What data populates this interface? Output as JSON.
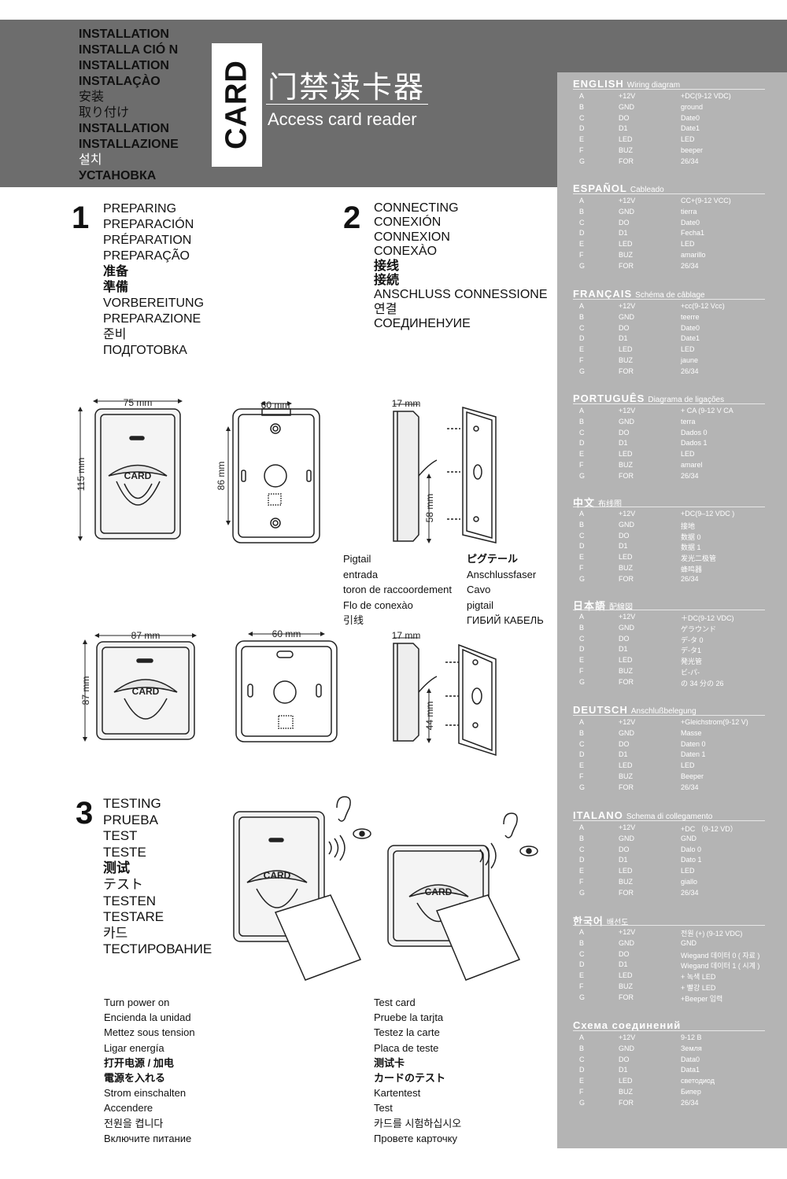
{
  "header": {
    "install_labels": [
      "INSTALLATION",
      "INSTALLA CIÓ N",
      "INSTALLATION",
      "INSTALAÇÀO",
      "安装",
      "取り付け",
      "INSTALLATION",
      "INSTALLAZIONE",
      "설치",
      "УСТАНОВКА"
    ],
    "card_tag": "CARD",
    "product_cn": "门禁读卡器",
    "product_en": "Access card reader"
  },
  "steps": {
    "preparing": {
      "number": "1",
      "labels": [
        "PREPARING",
        "PREPARACIÓN",
        "PRÉPARATION",
        "PREPARAÇÃO",
        "准备",
        "準備",
        "VORBEREITUNG",
        "PREPARAZIONE",
        "준비",
        "ПОДГОТОВКА"
      ]
    },
    "connecting": {
      "number": "2",
      "labels": [
        "CONNECTING",
        "CONEXIÓN",
        "CONNEXION",
        "CONEXÀO",
        "接线",
        "接続",
        "ANSCHLUSS CONNESSIONE",
        "연결",
        "СОЕДИНЕНУИЕ"
      ]
    },
    "testing": {
      "number": "3",
      "labels": [
        "TESTING",
        "PRUEBA",
        "TEST",
        "TESTE",
        "测试",
        "テスト",
        "TESTEN",
        "TESTARE",
        "카드",
        "ТЕСТИРОВАНИЕ"
      ]
    }
  },
  "pigtail": {
    "left": [
      "Pigtail",
      "entrada",
      "toron de raccoordement",
      "Flo de conexào",
      "引线"
    ],
    "right": [
      "ピグテール",
      "Anschlussfaser",
      "Cavo",
      "pigtail",
      "ГИБИЙ КАБЕЛЬ"
    ]
  },
  "diagrams": {
    "card_label": "CARD",
    "dims": {
      "w75": "75 mm",
      "h115": "115 mm",
      "w60a": "60 mm",
      "h86": "86 mm",
      "d17a": "17 mm",
      "h58": "58 mm",
      "w87": "87 mm",
      "h87": "87 mm",
      "w60b": "60 mm",
      "d17b": "17 mm",
      "h44": "44 mm"
    }
  },
  "testing_captions": {
    "power": [
      "Turn power on",
      "Encienda la unidad",
      "Mettez sous tension",
      "Ligar energía",
      "打开电源 / 加电",
      "電源を入れる",
      "Strom einschalten",
      "Accendere",
      "전원을 켭니다",
      "Включите питание"
    ],
    "card": [
      "Test card",
      "Pruebe la tarjta",
      "Testez la carte",
      "Placa de teste",
      "测试卡",
      "カードのテスト",
      "Kartentest",
      "Test",
      "카드를 시험하십시오",
      "Провете карточку"
    ]
  },
  "wiring": [
    {
      "lang": "ENGLISH",
      "subtitle": "Wiring diagram",
      "rows": [
        [
          "A",
          "+12V",
          "+DC(9-12 VDC)"
        ],
        [
          "B",
          "GND",
          "ground"
        ],
        [
          "C",
          "DO",
          "Date0"
        ],
        [
          "D",
          "D1",
          "Date1"
        ],
        [
          "E",
          "LED",
          "LED"
        ],
        [
          "F",
          "BUZ",
          "beeper"
        ],
        [
          "G",
          "FOR",
          "26/34"
        ]
      ]
    },
    {
      "lang": "ESPAÑOL",
      "subtitle": "Cableado",
      "rows": [
        [
          "A",
          "+12V",
          "CC+(9-12 VCC)"
        ],
        [
          "B",
          "GND",
          "tierra"
        ],
        [
          "C",
          "DO",
          "Date0"
        ],
        [
          "D",
          "D1",
          "Fecha1"
        ],
        [
          "E",
          "LED",
          "LED"
        ],
        [
          "F",
          "BUZ",
          "amarillo"
        ],
        [
          "G",
          "FOR",
          "26/34"
        ]
      ]
    },
    {
      "lang": "FRANÇAIS",
      "subtitle": "Schéma de câblage",
      "rows": [
        [
          "A",
          "+12V",
          "+cc(9-12 Vcc)"
        ],
        [
          "B",
          "GND",
          "teerre"
        ],
        [
          "C",
          "DO",
          "Date0"
        ],
        [
          "D",
          "D1",
          "Date1"
        ],
        [
          "E",
          "LED",
          "LED"
        ],
        [
          "F",
          "BUZ",
          "jaune"
        ],
        [
          "G",
          "FOR",
          "26/34"
        ]
      ]
    },
    {
      "lang": "PORTUGUÊS",
      "subtitle": "Diagrama de ligações",
      "rows": [
        [
          "A",
          "+12V",
          "+ CA (9-12 V CA"
        ],
        [
          "B",
          "GND",
          "terra"
        ],
        [
          "C",
          "DO",
          "Dados 0"
        ],
        [
          "D",
          "D1",
          "Dados 1"
        ],
        [
          "E",
          "LED",
          "LED"
        ],
        [
          "F",
          "BUZ",
          "amarel"
        ],
        [
          "G",
          "FOR",
          "26/34"
        ]
      ]
    },
    {
      "lang": "中文",
      "subtitle": "布线图",
      "rows": [
        [
          "A",
          "+12V",
          "+DC(9–12 VDC )"
        ],
        [
          "B",
          "GND",
          "接地"
        ],
        [
          "C",
          "DO",
          "数据 0"
        ],
        [
          "D",
          "D1",
          "数据 1"
        ],
        [
          "E",
          "LED",
          "发光二极管"
        ],
        [
          "F",
          "BUZ",
          "蜂鸣器"
        ],
        [
          "G",
          "FOR",
          "26/34"
        ]
      ]
    },
    {
      "lang": "日本語",
      "subtitle": "配線図",
      "rows": [
        [
          "A",
          "+12V",
          "＋DC(9-12 VDC)"
        ],
        [
          "B",
          "GND",
          "ゲラウンド"
        ],
        [
          "C",
          "DO",
          "デ-タ 0"
        ],
        [
          "D",
          "D1",
          "デ-タ1"
        ],
        [
          "E",
          "LED",
          "発光管"
        ],
        [
          "F",
          "BUZ",
          "ビ-パ-"
        ],
        [
          "G",
          "FOR",
          "の 34 分の 26"
        ]
      ]
    },
    {
      "lang": "DEUTSCH",
      "subtitle": "Anschlußbelegung",
      "rows": [
        [
          "A",
          "+12V",
          "+Gleichstrom(9-12 V)"
        ],
        [
          "B",
          "GND",
          "Masse"
        ],
        [
          "C",
          "DO",
          "Daten 0"
        ],
        [
          "D",
          "D1",
          "Daten 1"
        ],
        [
          "E",
          "LED",
          "LED"
        ],
        [
          "F",
          "BUZ",
          "Beeper"
        ],
        [
          "G",
          "FOR",
          "26/34"
        ]
      ]
    },
    {
      "lang": "ITALANO",
      "subtitle": "Schema di collegamento",
      "rows": [
        [
          "A",
          "+12V",
          "+DC （9-12 VD）"
        ],
        [
          "B",
          "GND",
          "GND"
        ],
        [
          "C",
          "DO",
          "Dalo 0"
        ],
        [
          "D",
          "D1",
          "Dato 1"
        ],
        [
          "E",
          "LED",
          "LED"
        ],
        [
          "F",
          "BUZ",
          "giallo"
        ],
        [
          "G",
          "FOR",
          "26/34"
        ]
      ]
    },
    {
      "lang": "한국어",
      "subtitle": "배선도",
      "rows": [
        [
          "A",
          "+12V",
          "전원 (+) (9-12 VDC)"
        ],
        [
          "B",
          "GND",
          "GND"
        ],
        [
          "C",
          "DO",
          "Wiegand 데이터 0 ( 자료 )"
        ],
        [
          "D",
          "D1",
          "Wiegand 데이터 1 ( 시계 )"
        ],
        [
          "E",
          "LED",
          "+ 녹색 LED"
        ],
        [
          "F",
          "BUZ",
          "+ 빨강 LED"
        ],
        [
          "G",
          "FOR",
          "+Beeper 입력"
        ]
      ]
    },
    {
      "lang": "Схема соединений",
      "subtitle": "",
      "rows": [
        [
          "A",
          "+12V",
          "9-12 В"
        ],
        [
          "B",
          "GND",
          "Земля"
        ],
        [
          "C",
          "DO",
          "Data0"
        ],
        [
          "D",
          "D1",
          "Data1"
        ],
        [
          "E",
          "LED",
          "светодиод"
        ],
        [
          "F",
          "BUZ",
          "Бипер"
        ],
        [
          "G",
          "FOR",
          "26/34"
        ]
      ]
    }
  ]
}
